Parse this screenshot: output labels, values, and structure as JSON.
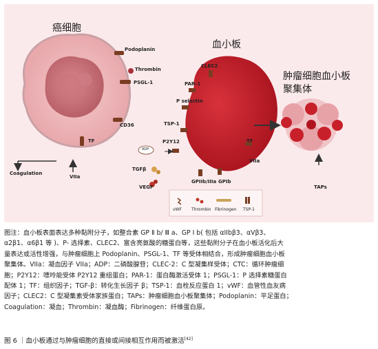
{
  "diagram": {
    "tumor_cell_title": "癌细胞",
    "platelet_title": "血小板",
    "aggregate_title_line1": "肿瘤细胞血小板",
    "aggregate_title_line2": "聚集体",
    "labels": {
      "podoplanin": "Podoplanin",
      "thrombin": "Thrombin",
      "psgl1": "PSGL-1",
      "cd36": "CD36",
      "tf_left": "TF",
      "coagulation": "Coagulation",
      "viia_left": "VIIa",
      "clec2": "CLEC2",
      "par1": "PAR-1",
      "p_selectin": "P selectin",
      "tsp1": "TSP-1",
      "p2y12": "P2Y12",
      "adp": "ADP",
      "tgfb": "TGFβ",
      "vegf": "VEGF",
      "gpiib": "GPIIb/IIIa",
      "gpib": "GPIb",
      "tf_right": "TF",
      "viia_right": "VIIa",
      "taps": "TAPs"
    },
    "legend": {
      "vwf": "vWF",
      "thrombin": "Thrombin",
      "fibrinogen": "Fibrinogen",
      "tsp1": "TSP-1"
    }
  },
  "caption_lines": [
    "图注：血小板表面表达多种黏附分子，如整合素 GP Ⅱ b/ Ⅲ a、GP Ⅰ b( 包括 αIIbβ3、αVβ3、",
    "α2β1、α6β1 等 )、P- 选择素、CLEC2、富含亮氨酸的糖蛋白等，这些黏附分子在血小板活化后大",
    "量表达或活性增强，与肿瘤细胞上 Podoplanin、PSGL-1、TF 等受体相结合，形成肿瘤细胞血小板",
    "聚集体。VIIa：凝血因子 VIIa；ADP：二磷酸腺苷；CLEC-2：C 型凝集样受体；CTC：循环肿瘤细",
    "胞；P2Y12：嘌呤能受体 P2Y12 重组蛋白；PAR-1：蛋白酶激活受体 1；PSGL-1：P 选择素糖蛋白",
    "配体 1；TF：组织因子；TGF-β：转化生长因子 β；TSP-1：血栓反应蛋白 1；vWF：血管性血友病",
    "因子；CLEC2：C 型凝集素受体家族蛋白；TAPs：肿瘤细胞血小板聚集体；Podoplanin：平足蛋白；",
    "Coagulation：凝血；Thrombin：凝血酶；Fibrinogen：纤维蛋白原。"
  ],
  "figure_title": "图 6 ｜血小板通过与肿瘤细胞的直接或间接相互作用而被激活",
  "figure_ref": "[42]",
  "colors": {
    "panel_bg": "#fbeaec",
    "platelet_red": "#c41e2a",
    "tumor_pink": "#e8a2a8",
    "receptor_brown": "#7a3d22"
  }
}
